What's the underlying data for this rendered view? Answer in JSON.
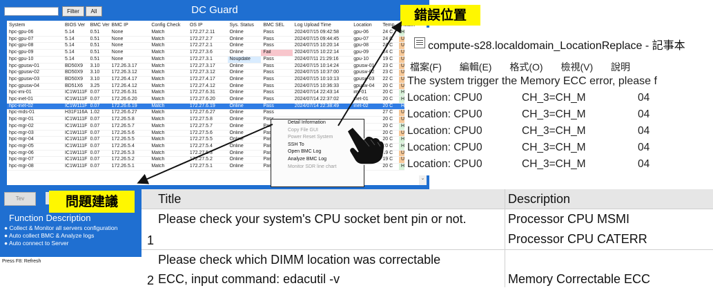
{
  "app": {
    "title": "DC Guard",
    "filter_label": "Filter",
    "all_label": "All"
  },
  "grid": {
    "columns": [
      "System",
      "BIOS Ver",
      "BMC Ver",
      "BMC IP",
      "Config Check",
      "OS IP",
      "Sys. Status",
      "BMC SEL",
      "Log Upload Time",
      "Location",
      "Temp.",
      "Health"
    ],
    "rows": [
      [
        "hpc-gpu-06",
        "5.14",
        "0.51",
        "None",
        "Match",
        "172.27.2.11",
        "Online",
        "Pass",
        "2024/07/15 09:42:58",
        "gpu-06",
        "24 C",
        "Healthy"
      ],
      [
        "hpc-gpu-07",
        "5.14",
        "0.51",
        "None",
        "Match",
        "172.27.2.7",
        "Online",
        "Pass",
        "2024/07/15 09:44:45",
        "gpu-07",
        "24 C",
        "Unhealthy"
      ],
      [
        "hpc-gpu-08",
        "5.14",
        "0.51",
        "None",
        "Match",
        "172.27.2.1",
        "Online",
        "Pass",
        "2024/07/15 10:20:14",
        "gpu-08",
        "24 C",
        "Unhealthy"
      ],
      [
        "hpc-gpu-09",
        "5.14",
        "0.51",
        "None",
        "Match",
        "172.27.3.6",
        "Online",
        "Fail",
        "2024/07/15 10:22:14",
        "gpu-09",
        "24 C",
        "Unhealthy"
      ],
      [
        "hpc-gpu-10",
        "5.14",
        "0.51",
        "None",
        "Match",
        "172.27.3.1",
        "Noupdate",
        "Pass",
        "2024/07/11 21:29:16",
        "gpu-10",
        "19 C",
        "Unhealthy"
      ],
      [
        "hpc-gpusw-01",
        "BD50X9",
        "3.10",
        "172.26.3.17",
        "Match",
        "172.27.3.17",
        "Online",
        "Pass",
        "2024/07/15 10:14:24",
        "gpusw-01",
        "23 C",
        "Unhealthy"
      ],
      [
        "hpc-gpusw-02",
        "BD50X9",
        "3.10",
        "172.26.3.12",
        "Match",
        "172.27.3.12",
        "Online",
        "Pass",
        "2024/07/15 10:37:00",
        "gpusw-02",
        "23 C",
        "Unhealthy"
      ],
      [
        "hpc-gpusw-03",
        "BD50X9",
        "3.10",
        "172.26.4.17",
        "Match",
        "172.27.4.17",
        "Online",
        "Pass",
        "2024/07/15 10:10:13",
        "gpusw-03",
        "22 C",
        "Unhealthy"
      ],
      [
        "hpc-gpusw-04",
        "BD51X6",
        "3.25",
        "172.26.4.12",
        "Match",
        "172.27.4.12",
        "Online",
        "Pass",
        "2024/07/15 10:36:33",
        "gpusw-04",
        "20 C",
        "Unhealthy"
      ],
      [
        "hpc-imi-01",
        "IC1W111F",
        "0.07",
        "172.26.6.31",
        "Match",
        "172.27.6.31",
        "Online",
        "Pass",
        "2024/07/14 22:43:14",
        "imi-01",
        "20 C",
        "Healthy"
      ],
      [
        "hpc-inet-01",
        "IC1W111F",
        "0.07",
        "172.26.6.20",
        "Match",
        "172.27.6.20",
        "Online",
        "Pass",
        "2024/07/14 22:37:02",
        "inet-01",
        "20 C",
        "Healthy"
      ],
      [
        "hpc-inet-02",
        "IC1W111F",
        "0.07",
        "172.26.6.19",
        "Match",
        "172.27.6.19",
        "Online",
        "Pass",
        "2024/07/14 22:38:49",
        "inet-02",
        "20 C",
        "Healthy"
      ],
      [
        "hpc-mds-01",
        "H31F116A",
        "1.02",
        "172.26.6.27",
        "Match",
        "172.27.6.27",
        "Online",
        "Pass",
        "",
        "",
        "27 C",
        "Unhealthy"
      ],
      [
        "hpc-mgr-01",
        "IC1W111F",
        "0.07",
        "172.26.5.8",
        "Match",
        "172.27.5.8",
        "Online",
        "Pass",
        "",
        "",
        "20 C",
        "Unhealthy"
      ],
      [
        "hpc-mgr-02",
        "IC1W111F",
        "0.07",
        "172.26.5.7",
        "Match",
        "172.27.5.7",
        "Online",
        "Pass",
        "",
        "",
        "20 C",
        "Healthy"
      ],
      [
        "hpc-mgr-03",
        "IC1W111F",
        "0.07",
        "172.26.5.6",
        "Match",
        "172.27.5.6",
        "Online",
        "Pass",
        "",
        "",
        "20 C",
        "Unhealthy"
      ],
      [
        "hpc-mgr-04",
        "IC1W111F",
        "0.07",
        "172.26.5.5",
        "Match",
        "172.27.5.5",
        "Online",
        "Pass",
        "",
        "",
        "20 C",
        "Healthy"
      ],
      [
        "hpc-mgr-05",
        "IC1W111F",
        "0.07",
        "172.26.5.4",
        "Match",
        "172.27.5.4",
        "Online",
        "Pass",
        "",
        "",
        "20 C",
        "Healthy"
      ],
      [
        "hpc-mgr-06",
        "IC1W111F",
        "0.07",
        "172.26.5.3",
        "Match",
        "172.27.5.3",
        "Online",
        "Pass",
        "",
        "",
        "19 C",
        "Unhealthy"
      ],
      [
        "hpc-mgr-07",
        "IC1W111F",
        "0.07",
        "172.26.5.2",
        "Match",
        "172.27.5.2",
        "Online",
        "Pass",
        "",
        "",
        "19 C",
        "Unhealthy"
      ],
      [
        "hpc-mgr-08",
        "IC1W111F",
        "0.07",
        "172.26.5.1",
        "Match",
        "172.27.5.1",
        "Online",
        "Pass",
        "",
        "",
        "20 C",
        "Healthy"
      ]
    ],
    "selected_row": 11,
    "scroll_down_label": "⌄"
  },
  "context_menu": {
    "items": [
      {
        "label": "Detail Information",
        "enabled": true
      },
      {
        "label": "Copy File GUI",
        "enabled": false
      },
      {
        "label": "Power Reset System",
        "enabled": false
      },
      {
        "label": "SSH To",
        "enabled": true
      },
      {
        "label": "Open BMC Log",
        "enabled": true
      },
      {
        "label": "Analyze BMC Log",
        "enabled": true
      },
      {
        "label": "Monitor SDR line chart",
        "enabled": false
      }
    ]
  },
  "lower_panel": {
    "tev_label": "Tev",
    "function_description_title": "Function Description",
    "lines": [
      "● Collect & Monitor all servers configuration",
      "● Auto collect BMC & Analyze logs",
      "● Auto connect to Server"
    ],
    "status_bar": "Press F8: Refresh"
  },
  "notepad": {
    "title": "compute-s28.localdomain_LocationReplace - 記事本",
    "menu": [
      "檔案(F)",
      "編輯(E)",
      "格式(O)",
      "檢視(V)",
      "說明"
    ],
    "first_line": "The system trigger the Memory ECC error, please f",
    "locations": [
      {
        "loc": "Location: CPU0",
        "ch": "CH_3=CH_M",
        "code": "04"
      },
      {
        "loc": "Location: CPU0",
        "ch": "CH_3=CH_M",
        "code": "04"
      },
      {
        "loc": "Location: CPU0",
        "ch": "CH_3=CH_M",
        "code": "04"
      },
      {
        "loc": "Location: CPU0",
        "ch": "CH_3=CH_M",
        "code": "04"
      },
      {
        "loc": "Location: CPU0",
        "ch": "CH_3=CH_M",
        "code": "04"
      }
    ]
  },
  "labels": {
    "error_location": "錯誤位置",
    "problem_suggestion": "問題建議"
  },
  "suggestion_table": {
    "header_title": "Title",
    "header_description": "Description",
    "rows": [
      {
        "num": "1",
        "title": "Please check your system's CPU socket bent pin or not.",
        "desc": [
          "Processor CPU MSMI",
          "Processor CPU CATERR"
        ]
      },
      {
        "num": "2",
        "title": [
          "Please check which DIMM location was correctable",
          "ECC, input command: edacutil -v"
        ],
        "desc": [
          "Memory Correctable ECC"
        ]
      }
    ]
  },
  "colors": {
    "app_blue": "#1f6fd1",
    "selected_row": "#2f7ce4",
    "label_yellow": "#fff700",
    "healthy": "#d9f2d9",
    "unhealthy": "#f7c999",
    "fail": "#f8c6cc"
  }
}
